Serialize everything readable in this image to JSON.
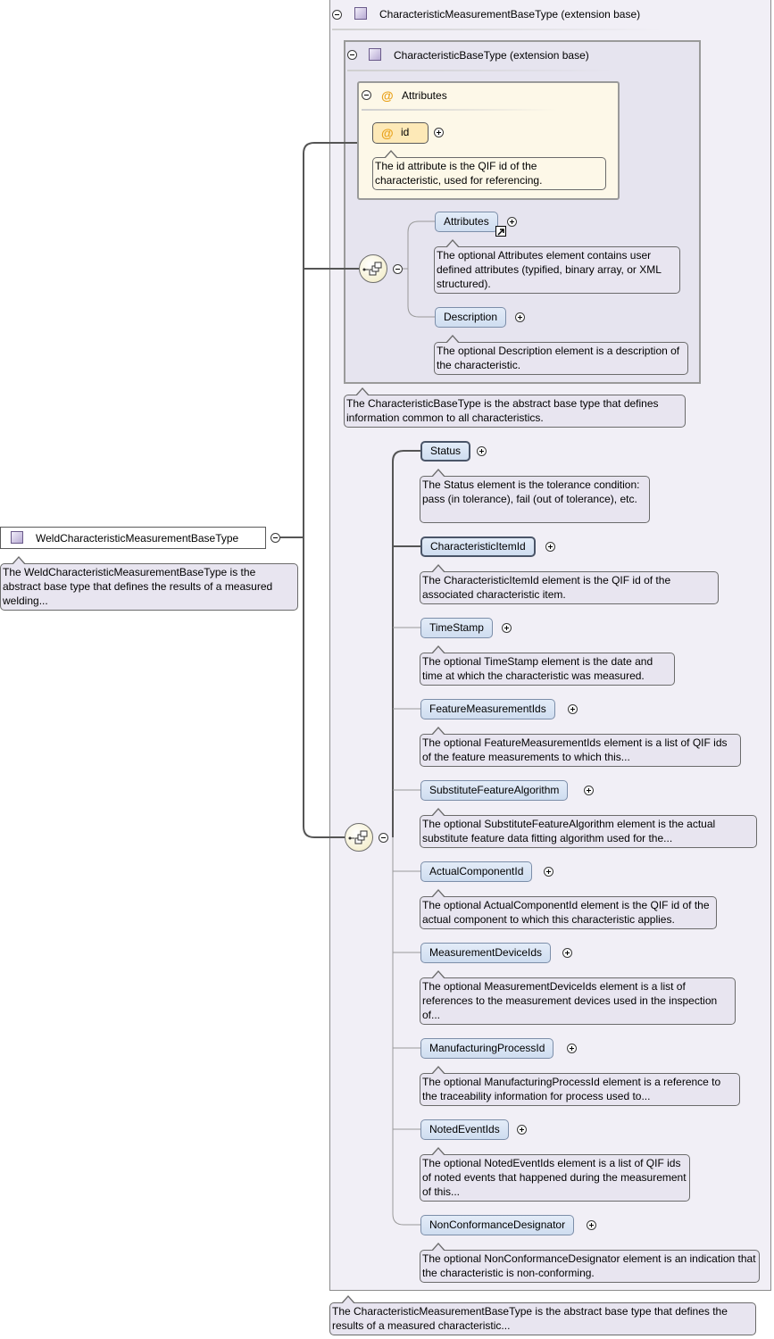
{
  "root": {
    "name": "WeldCharacteristicMeasurementBaseType",
    "doc": "The WeldCharacteristicMeasurementBaseType is the abstract base type that defines the results of a measured welding..."
  },
  "ext1": {
    "title": "CharacteristicMeasurementBaseType (extension base)",
    "doc": "The CharacteristicMeasurementBaseType is the abstract base type that defines the results of a measured characteristic..."
  },
  "ext2": {
    "title": "CharacteristicBaseType (extension base)",
    "doc": "The CharacteristicBaseType is the abstract base type that defines information common to all characteristics."
  },
  "attributes_group": {
    "title": "Attributes",
    "attr": {
      "symbol": "@",
      "name": "id",
      "doc": "The id attribute is the QIF id of the characteristic, used for referencing."
    }
  },
  "seq1": [
    {
      "name": "Attributes",
      "doc": "The optional Attributes element contains user defined attributes (typified, binary array, or XML structured)."
    },
    {
      "name": "Description",
      "doc": "The optional Description element is a description of the characteristic."
    }
  ],
  "seq2": [
    {
      "name": "Status",
      "doc": "The Status element is the tolerance condition: pass (in tolerance), fail (out of tolerance), etc."
    },
    {
      "name": "CharacteristicItemId",
      "doc": "The CharacteristicItemId element is the QIF id of the associated characteristic item."
    },
    {
      "name": "TimeStamp",
      "doc": "The optional TimeStamp element is the date and time at which the characteristic was measured."
    },
    {
      "name": "FeatureMeasurementIds",
      "doc": "The optional FeatureMeasurementIds element is a list of QIF ids of the feature measurements to which this..."
    },
    {
      "name": "SubstituteFeatureAlgorithm",
      "doc": "The optional SubstituteFeatureAlgorithm element is the actual substitute feature data fitting algorithm used for the..."
    },
    {
      "name": "ActualComponentId",
      "doc": "The optional ActualComponentId element is the QIF id of the actual component to which this characteristic applies."
    },
    {
      "name": "MeasurementDeviceIds",
      "doc": "The optional MeasurementDeviceIds element is a list of references to the measurement devices used in the inspection of..."
    },
    {
      "name": "ManufacturingProcessId",
      "doc": "The optional ManufacturingProcessId element is a reference to the traceability information for process used to..."
    },
    {
      "name": "NotedEventIds",
      "doc": "The optional NotedEventIds element is a list of QIF ids of noted events that happened during the measurement of this..."
    },
    {
      "name": "NonConformanceDesignator",
      "doc": "The optional NonConformanceDesignator element is an indication that the characteristic is non-conforming."
    }
  ]
}
